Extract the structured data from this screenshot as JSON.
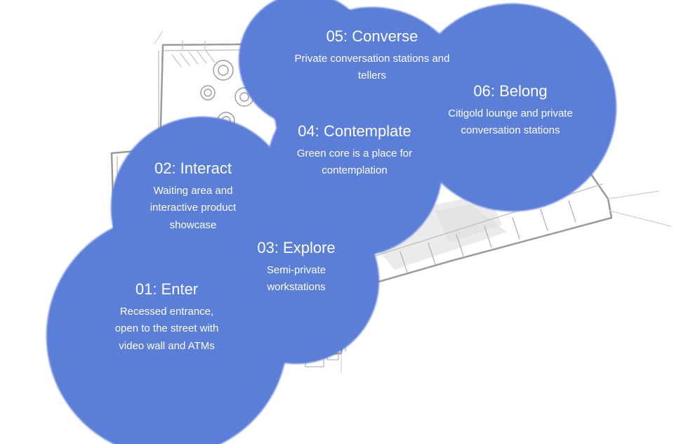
{
  "diagram": {
    "circle_color": "#5b7ed8",
    "zones": [
      {
        "number": "01",
        "title": "01: Enter",
        "description": "Recessed entrance, open to the street with video wall and ATMs"
      },
      {
        "number": "02",
        "title": "02: Interact",
        "description": "Waiting area and interactive product showcase"
      },
      {
        "number": "03",
        "title": "03: Explore",
        "description": "Semi-private workstations"
      },
      {
        "number": "04",
        "title": "04: Contemplate",
        "description": "Green core is a place for contemplation"
      },
      {
        "number": "05",
        "title": "05: Converse",
        "description": "Private conversation stations and tellers"
      },
      {
        "number": "06",
        "title": "06: Belong",
        "description": "Citigold lounge and private conversation stations"
      }
    ]
  }
}
